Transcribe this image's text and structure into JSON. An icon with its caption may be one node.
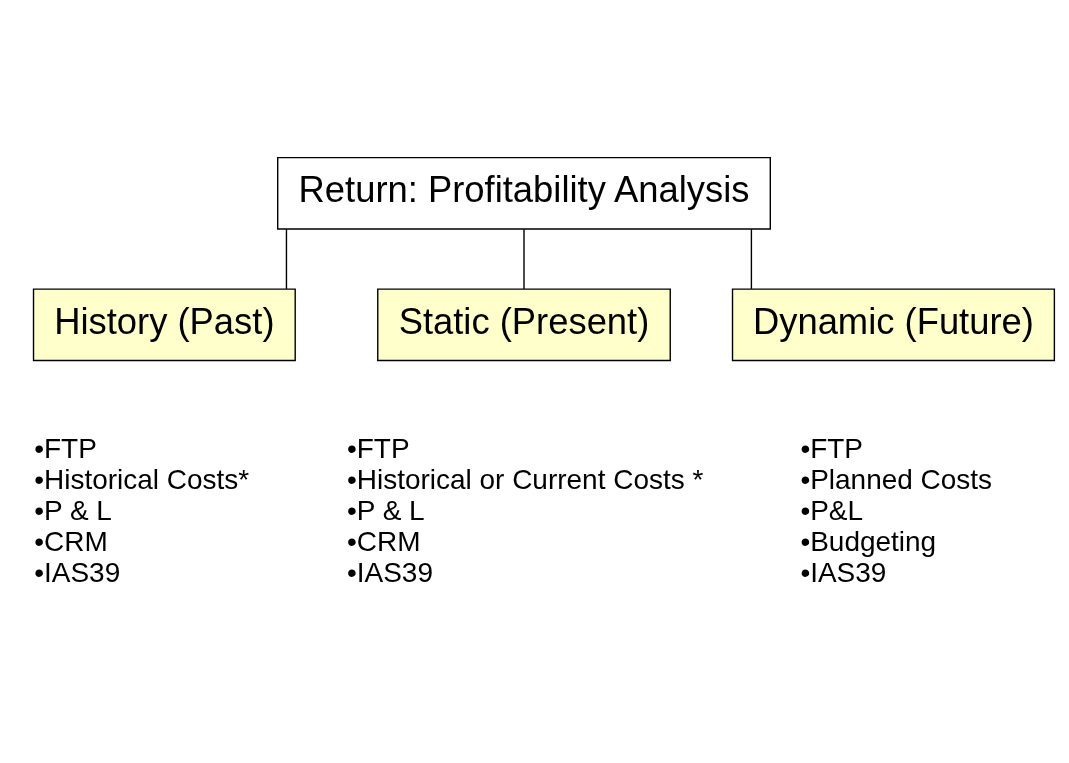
{
  "diagram": {
    "nodes": [
      {
        "text": [
          "Return: Profitability Analysis"
        ]
      },
      {
        "text": [
          "History (Past)"
        ],
        "beside": [
          "•FTP",
          "•Historical Costs*",
          "•P & L",
          "•CRM",
          "•IAS39"
        ]
      },
      {
        "text": [
          "Static (Present)"
        ],
        "beside": [
          "•FTP",
          "•Historical or Current Costs *",
          "•P & L",
          "•CRM",
          "•IAS39"
        ]
      },
      {
        "text": [
          "Dynamic (Future)"
        ],
        "beside": [
          "•FTP",
          "•Planned Costs",
          "•P&L",
          "•Budgeting",
          "•IAS39"
        ]
      }
    ],
    "edges": [
      {
        "from": 0,
        "to": 1,
        "arrow": "none"
      },
      {
        "from": 0,
        "to": 2,
        "arrow": "none"
      },
      {
        "from": 0,
        "to": 3,
        "arrow": "none"
      }
    ]
  }
}
